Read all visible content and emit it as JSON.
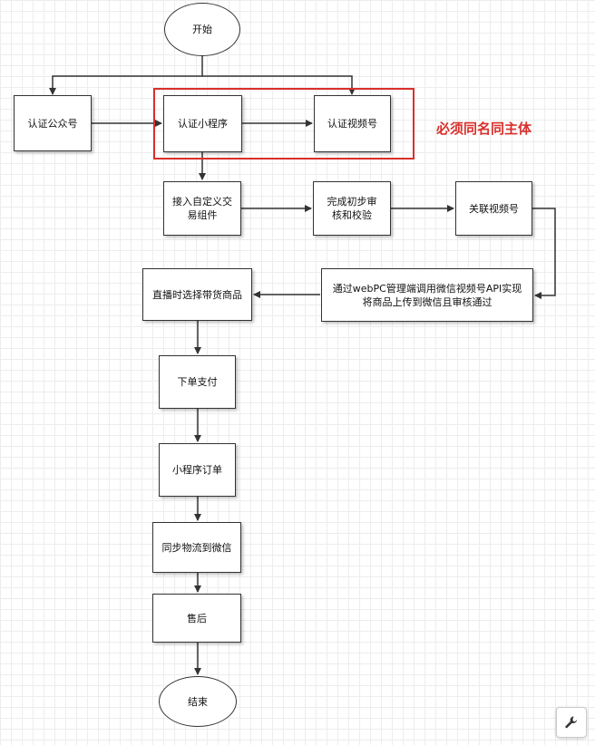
{
  "nodes": {
    "start": "开始",
    "verify_official_account": "认证公众号",
    "verify_mini_program": "认证小程序",
    "verify_channels": "认证视频号",
    "custom_trade_component": "接入自定义交易组件",
    "initial_review": "完成初步审核和校验",
    "link_channels": "关联视频号",
    "upload_goods": "通过webPC管理端调用微信视频号API实现将商品上传到微信且审核通过",
    "live_select_goods": "直播时选择带货商品",
    "place_order": "下单支付",
    "mini_program_order": "小程序订单",
    "sync_logistics": "同步物流到微信",
    "after_sales": "售后",
    "end": "结束"
  },
  "group_note": "必须同名同主体",
  "colors": {
    "highlight": "#d9302c",
    "stroke": "#333333"
  },
  "toolbar": {
    "tool_icon": "wrench-icon"
  }
}
